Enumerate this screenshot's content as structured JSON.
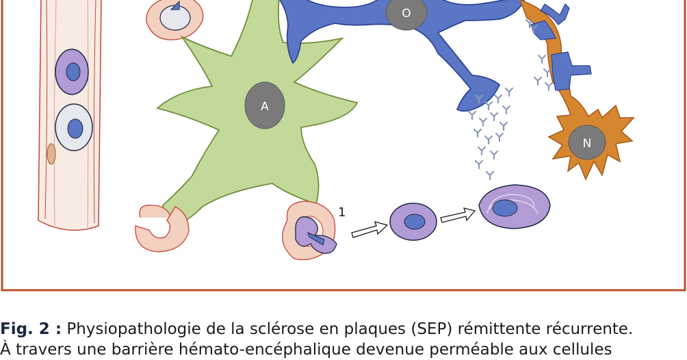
{
  "diagram": {
    "cells": {
      "astrocyte": {
        "label": "A"
      },
      "oligodendrocyte": {
        "label": "O"
      },
      "neuron": {
        "label": "N"
      }
    },
    "step_marker": "1",
    "colors": {
      "frame": "#b8532d",
      "astrocyte": "#c3d99a",
      "oligodendrocyte": "#5b76c4",
      "neuron": "#d6862f",
      "vessel": "#f7ebe3",
      "lymphocyte": "#b39bd6",
      "nucleus_gray": "#7a7a7a"
    }
  },
  "caption": {
    "label": "Fig. 2 :",
    "line1": " Physiopathologie de la sclérose en plaques (SEP) rémittente récurrente.",
    "line2": "À travers une barrière hémato-encéphalique devenue perméable aux cellules"
  }
}
